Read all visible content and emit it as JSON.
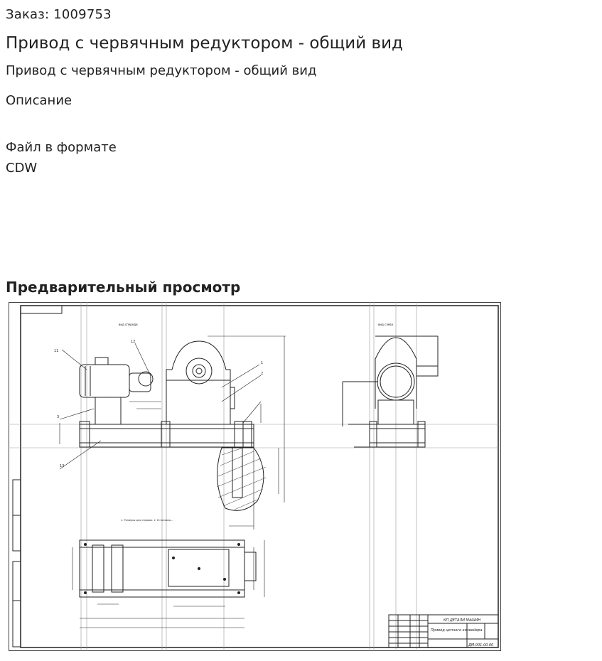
{
  "order": {
    "text": "Заказ: 1009753"
  },
  "title": "Привод с червячным редуктором - общий вид",
  "subtitle": "Привод с червячным редуктором - общий вид",
  "description_heading": "Описание",
  "file_note": "Файл в формате CDW",
  "preview_heading": "Предварительный просмотр",
  "drawing": {
    "stamp_title": "Привод цепного\nконвейера",
    "stamp_code": "ДМ.001.00.00",
    "org_label": "КП ДЕТАЛИ МАШИН"
  }
}
